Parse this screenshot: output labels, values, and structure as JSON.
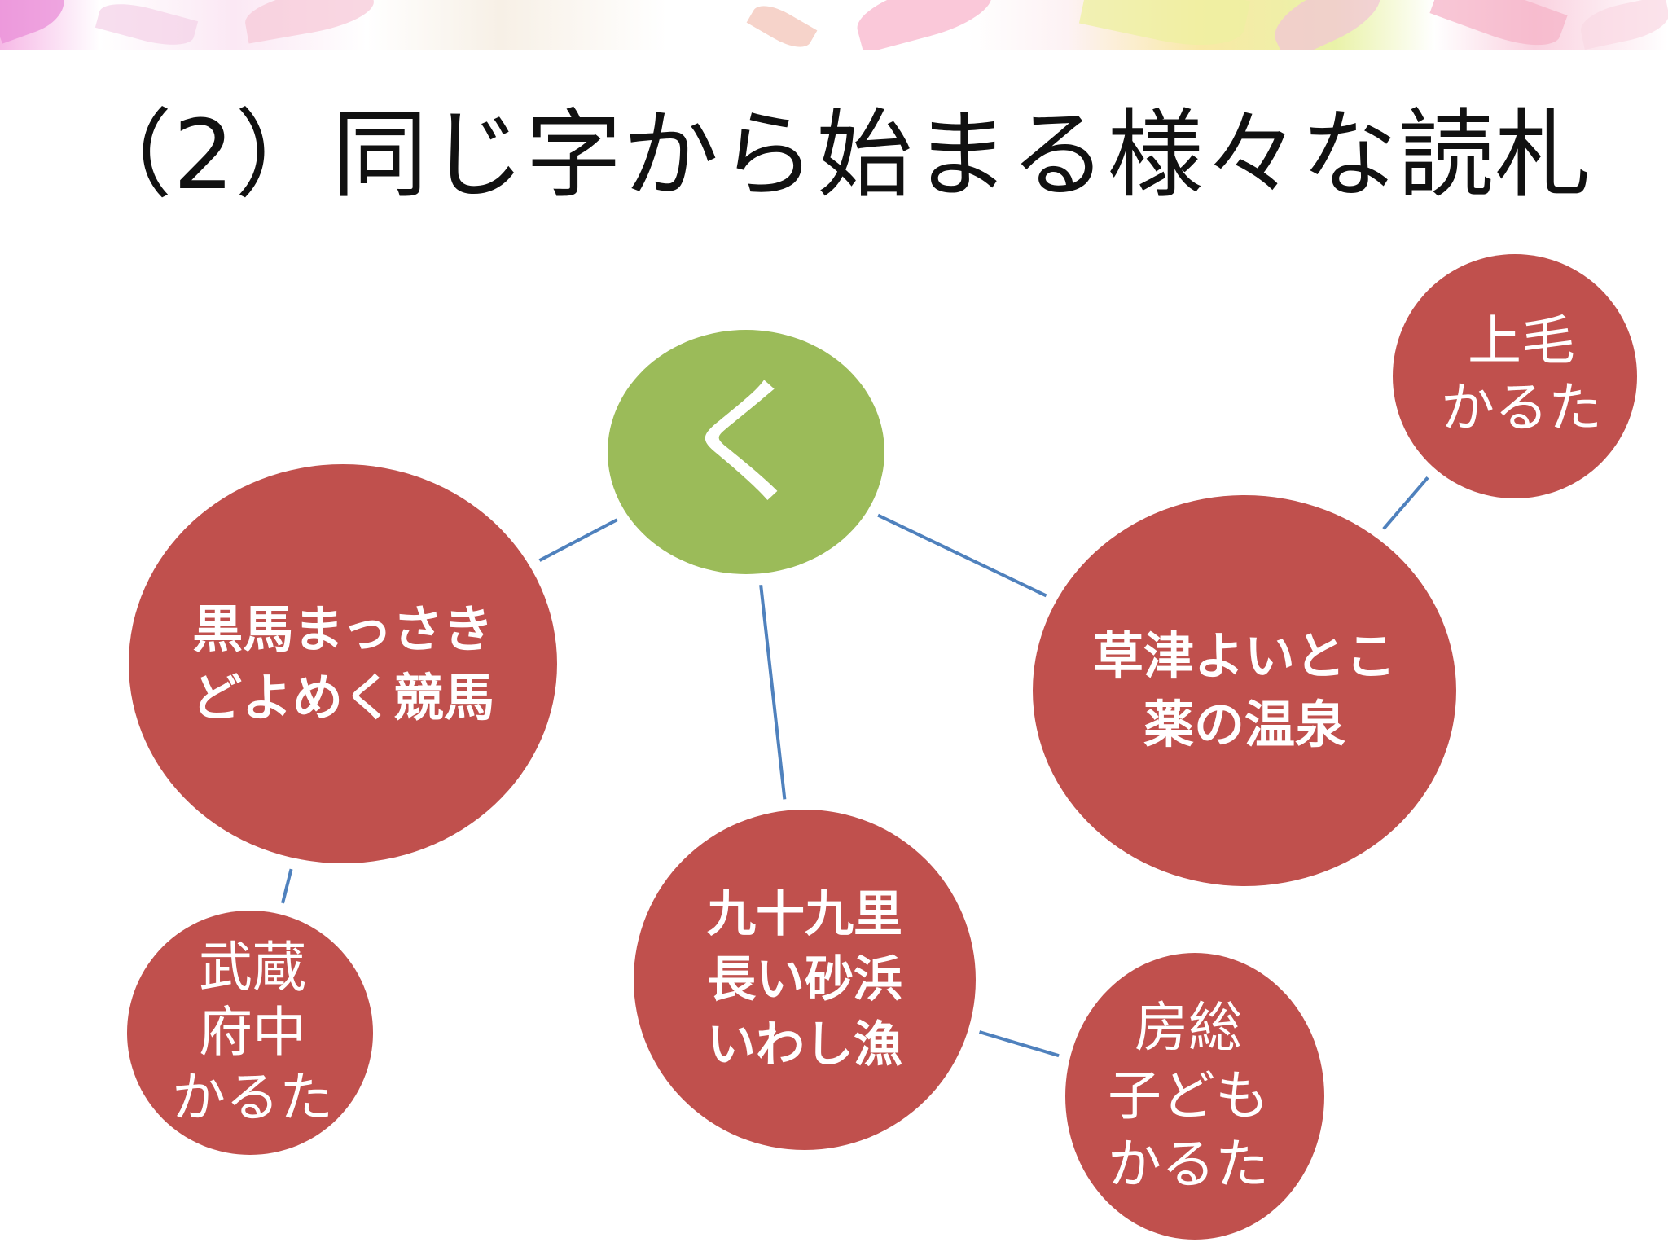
{
  "title": "（2）同じ字から始まる様々な読札",
  "colors": {
    "root": "#9bbb59",
    "node": "#c0504d",
    "line": "#4f81bd"
  },
  "diagram": {
    "root": {
      "id": "root",
      "lines": [
        "く"
      ]
    },
    "nodes": [
      {
        "id": "kokuba",
        "lines": [
          "黒馬まっさき",
          "どよめく競馬"
        ]
      },
      {
        "id": "musashi",
        "lines": [
          "武蔵",
          "府中",
          "かるた"
        ]
      },
      {
        "id": "kujukuri",
        "lines": [
          "九十九里",
          "長い砂浜",
          "いわし漁"
        ]
      },
      {
        "id": "boso",
        "lines": [
          "房総",
          "子ども",
          "かるた"
        ]
      },
      {
        "id": "kusatsu",
        "lines": [
          "草津よいとこ",
          "薬の温泉"
        ]
      },
      {
        "id": "joumou",
        "lines": [
          "上毛",
          "かるた"
        ]
      }
    ],
    "links": [
      [
        "root",
        "kokuba"
      ],
      [
        "root",
        "kujukuri"
      ],
      [
        "root",
        "kusatsu"
      ],
      [
        "kokuba",
        "musashi"
      ],
      [
        "kujukuri",
        "boso"
      ],
      [
        "kusatsu",
        "joumou"
      ]
    ]
  }
}
